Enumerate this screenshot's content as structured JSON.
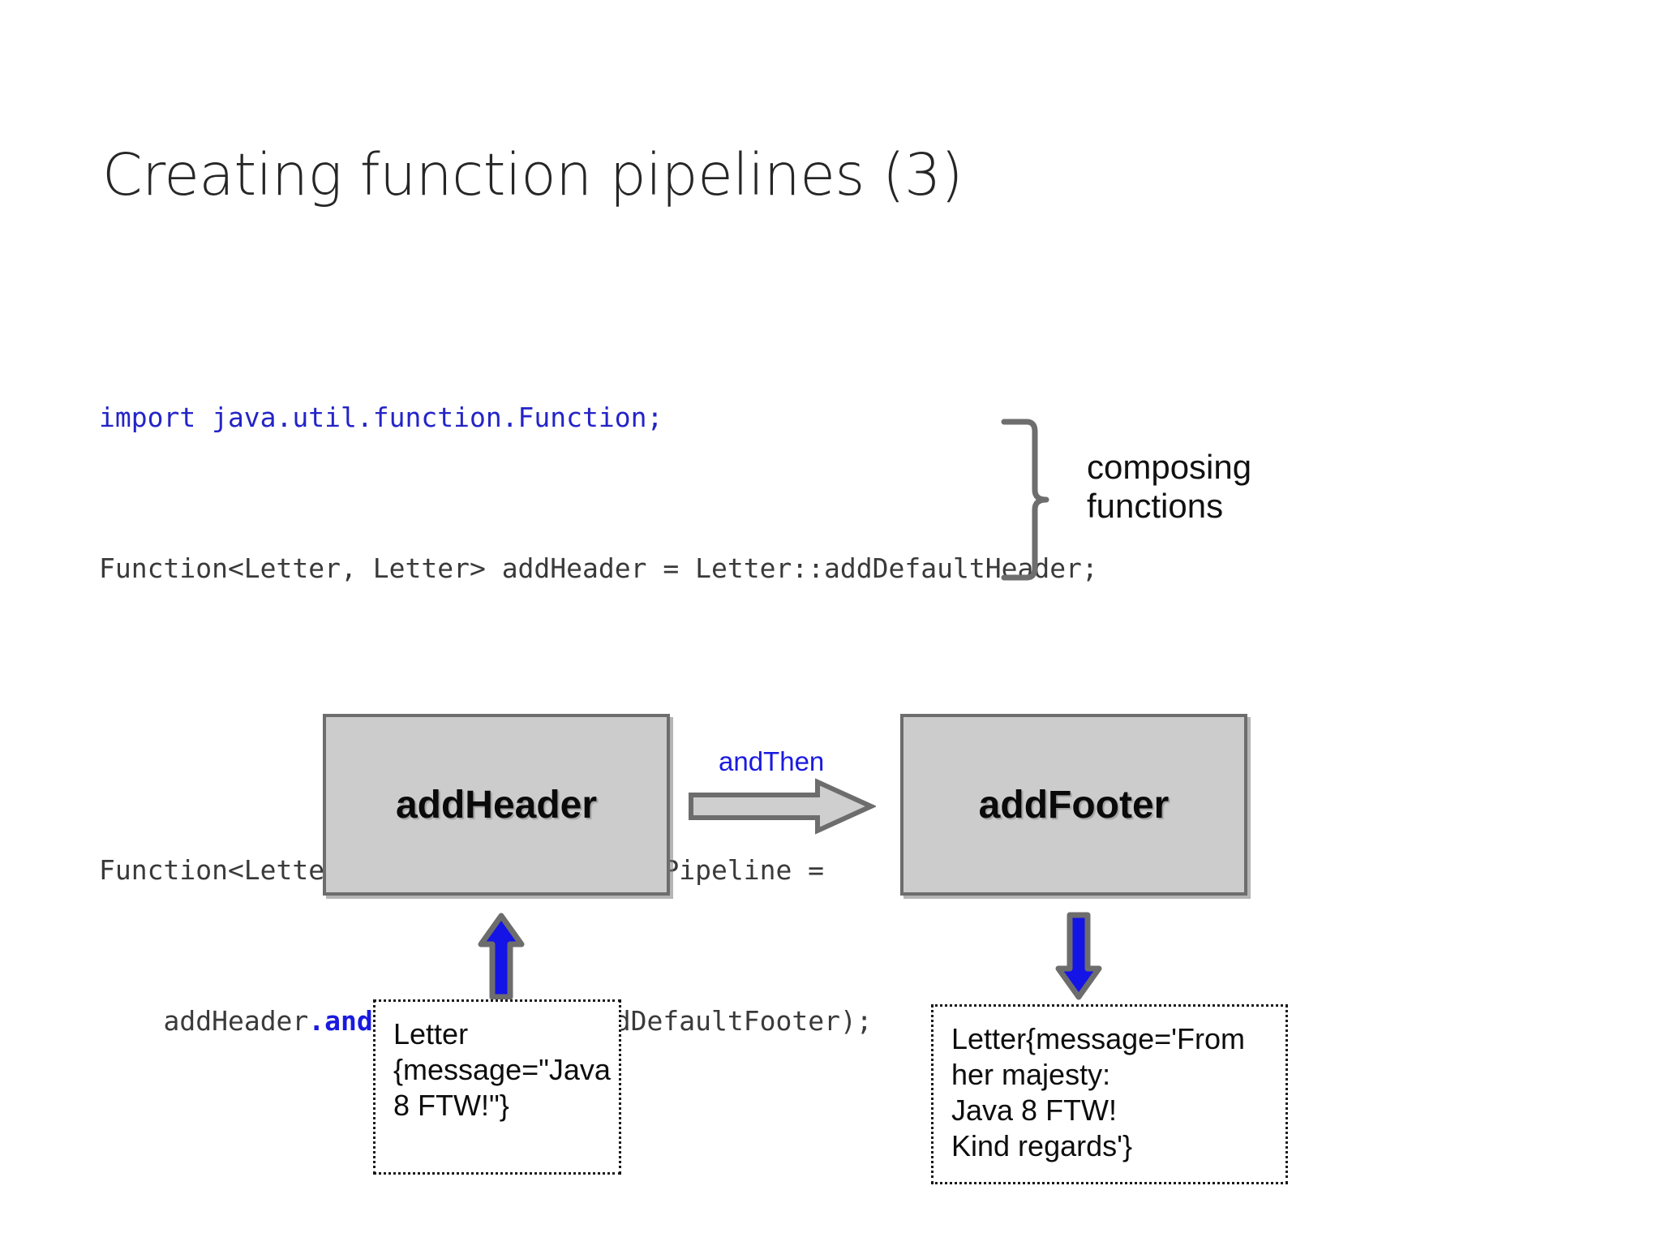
{
  "slide": {
    "title": "Creating function pipelines (3)",
    "background_color": "#ffffff"
  },
  "code": {
    "language": "java",
    "lines": [
      {
        "id": "line-import",
        "text": "import java.util.function.Function;",
        "color": "#2424c8"
      },
      {
        "id": "line-add-header",
        "text": "Function<Letter, Letter> addHeader = Letter::addDefaultHeader;",
        "color": "#3a3a3a"
      },
      {
        "id": "line-blank",
        "text": "",
        "color": "#3a3a3a"
      },
      {
        "id": "line-pipeline-decl",
        "text": "Function<Letter, Letter> processingPipeline =",
        "color": "#3a3a3a"
      }
    ],
    "pipeline_call": {
      "indent": "    ",
      "prefix": "addHeader",
      "highlight": ".andThen",
      "highlight_color": "#1a1ae0",
      "suffix": "(Letter::addDefaultFooter);"
    }
  },
  "annotation": {
    "brace_color": "#6e6e6e",
    "label_line1": "composing",
    "label_line2": "functions",
    "label": "composing\nfunctions"
  },
  "diagram": {
    "box_fill": "#cccccc",
    "box_border": "#6d6d6d",
    "boxes": [
      {
        "id": "add-header",
        "label": "addHeader"
      },
      {
        "id": "add-footer",
        "label": "addFooter"
      }
    ],
    "connector": {
      "label": "andThen",
      "label_color": "#1a1ae0",
      "shape": "block-arrow-right",
      "fill": "#cfcfcf",
      "stroke": "#6d6d6d"
    },
    "flow_arrows": [
      {
        "id": "input-arrow",
        "direction": "up",
        "fill": "#1414e6",
        "stroke": "#6d6d6d"
      },
      {
        "id": "output-arrow",
        "direction": "down",
        "fill": "#1414e6",
        "stroke": "#6d6d6d"
      }
    ],
    "value_boxes": [
      {
        "id": "input-value",
        "text": "Letter\n{message=\"Java\n8 FTW!\"}"
      },
      {
        "id": "output-value",
        "text": "Letter{message='From\nher majesty:\nJava 8 FTW!\nKind regards'}"
      }
    ]
  }
}
